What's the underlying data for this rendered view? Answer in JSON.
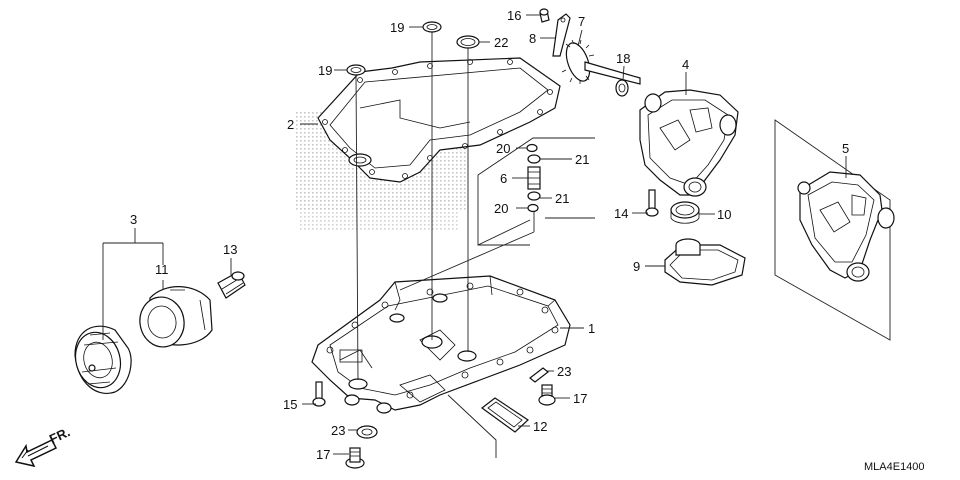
{
  "callouts": [
    "1",
    "2",
    "3",
    "4",
    "5",
    "6",
    "7",
    "8",
    "9",
    "10",
    "11",
    "12",
    "13",
    "14",
    "15",
    "16",
    "17",
    "17",
    "18",
    "19",
    "19",
    "20",
    "20",
    "21",
    "21",
    "22",
    "23",
    "23"
  ],
  "direction_label": "FR.",
  "diagram_code": "MLA4E1400",
  "colors": {
    "ink": "#111111",
    "background": "#ffffff",
    "watermark": "#d0d0d0"
  },
  "icons": [
    "front-direction-arrow-icon"
  ]
}
